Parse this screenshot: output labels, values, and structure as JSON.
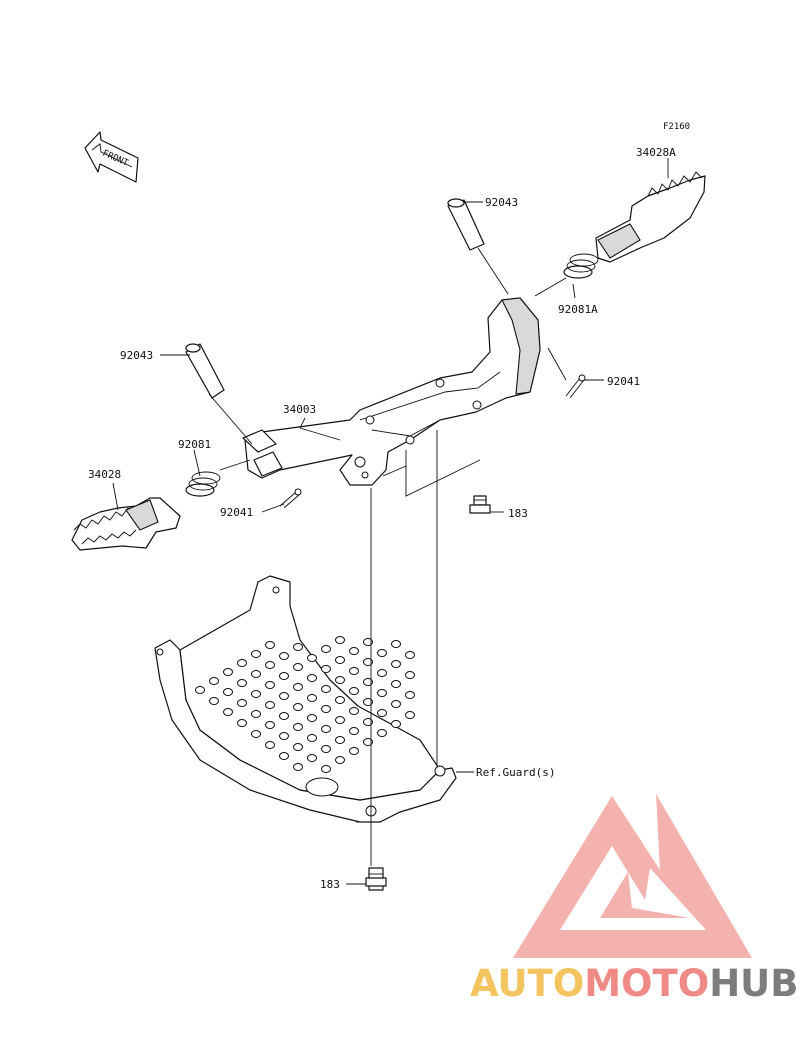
{
  "diagram": {
    "code": "F2160",
    "front_marker": "FRONT",
    "callouts": {
      "left_footpeg": "34028",
      "right_footpeg": "34028A",
      "pin_left": "92043",
      "pin_right": "92043",
      "spring_left": "92081",
      "spring_right": "92081A",
      "cotter_left": "92041",
      "cotter_right": "92041",
      "bracket": "34003",
      "bolt_upper": "183",
      "bolt_lower": "183",
      "guard_ref": "Ref.Guard(s)"
    }
  },
  "watermark": {
    "part1": "AUTO",
    "part2": "MOTO",
    "part3": "HUB",
    "colors": {
      "auto": "#f3c45f",
      "moto": "#ef8a86",
      "hub": "#7c7c7c",
      "logo": "#f08f8a"
    }
  }
}
